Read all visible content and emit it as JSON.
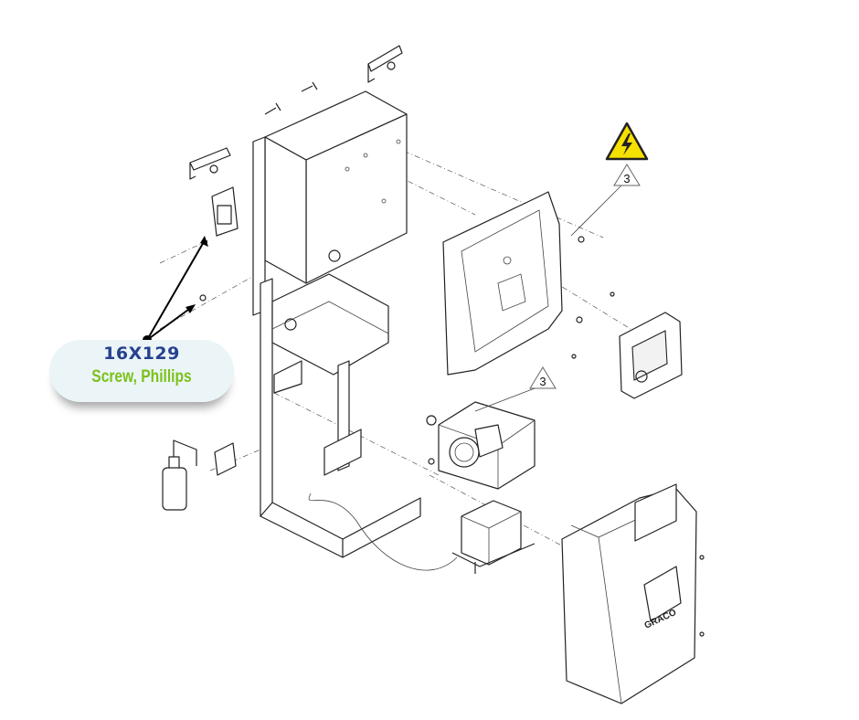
{
  "callout": {
    "part_number": "16X129",
    "description": "Screw, Phillips"
  },
  "reference_labels": [
    "3",
    "3"
  ],
  "logo_text": "GRACO",
  "icons": {
    "warning": "electrical-hazard-icon"
  },
  "colors": {
    "part_number": "#27418f",
    "description": "#7cc11a",
    "callout_bg": "#ebf5f8",
    "hazard_yellow": "#f5e000"
  }
}
